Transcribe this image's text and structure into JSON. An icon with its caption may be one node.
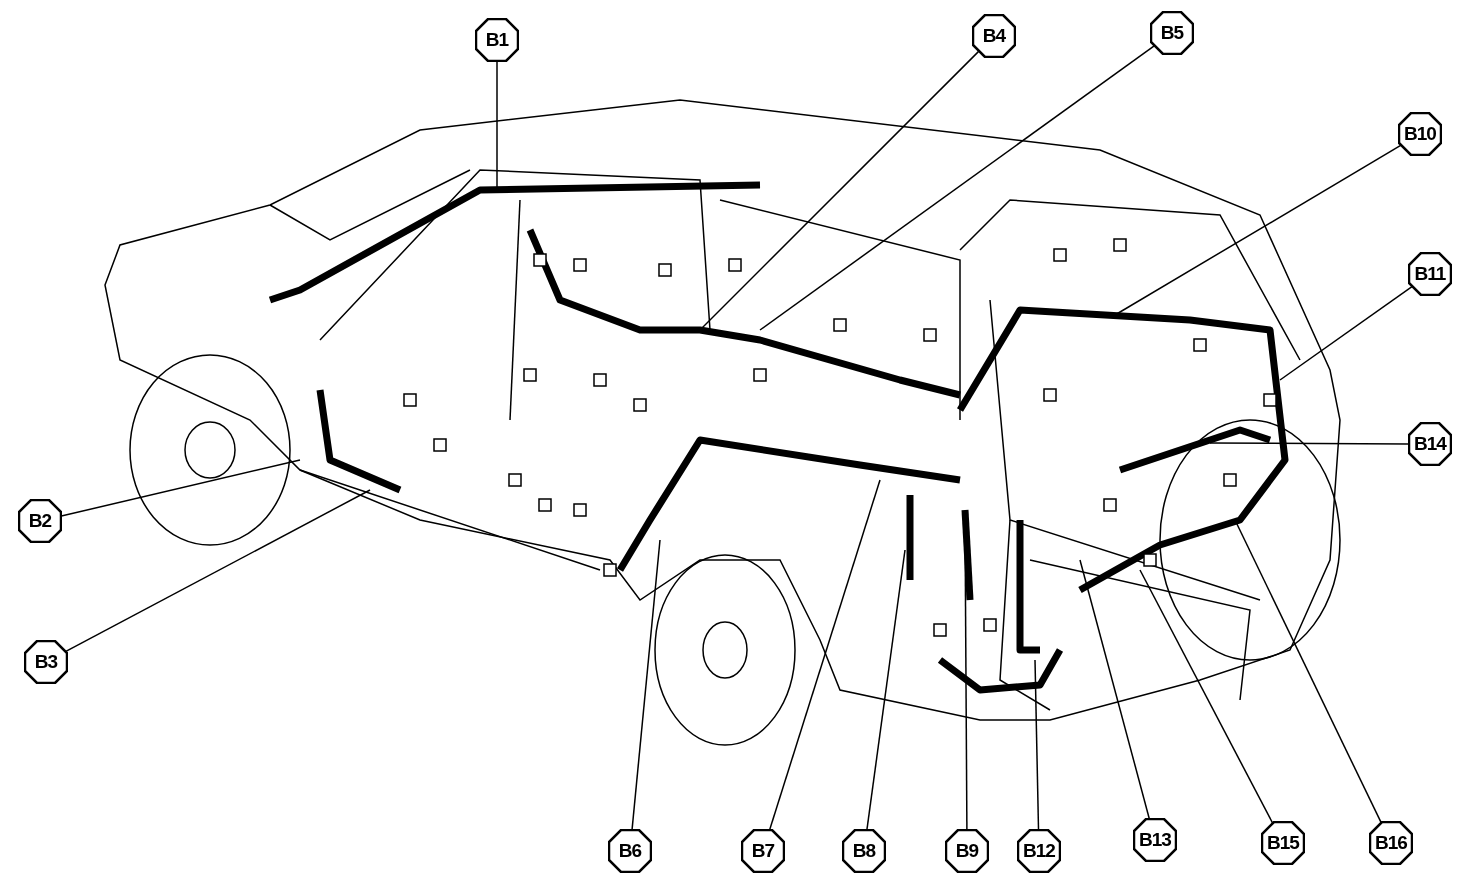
{
  "diagram": {
    "nodes": [
      {
        "text": [
          "B1"
        ]
      },
      {
        "text": [
          "B4"
        ]
      },
      {
        "text": [
          "B5"
        ]
      },
      {
        "text": [
          "B10"
        ]
      },
      {
        "text": [
          "B11"
        ]
      },
      {
        "text": [
          "B14"
        ]
      },
      {
        "text": [
          "B2"
        ]
      },
      {
        "text": [
          "B3"
        ]
      },
      {
        "text": [
          "B6"
        ]
      },
      {
        "text": [
          "B7"
        ]
      },
      {
        "text": [
          "B8"
        ]
      },
      {
        "text": [
          "B9"
        ]
      },
      {
        "text": [
          "B12"
        ]
      },
      {
        "text": [
          "B13"
        ]
      },
      {
        "text": [
          "B15"
        ]
      },
      {
        "text": [
          "B16"
        ]
      }
    ],
    "edges": [
      {
        "from": 0,
        "to": null,
        "arrow": "none"
      },
      {
        "from": 1,
        "to": null,
        "arrow": "none"
      },
      {
        "from": 2,
        "to": null,
        "arrow": "none"
      },
      {
        "from": 3,
        "to": null,
        "arrow": "none"
      },
      {
        "from": 4,
        "to": null,
        "arrow": "none"
      },
      {
        "from": 5,
        "to": null,
        "arrow": "none"
      },
      {
        "from": 6,
        "to": null,
        "arrow": "none"
      },
      {
        "from": 7,
        "to": null,
        "arrow": "none"
      },
      {
        "from": 8,
        "to": null,
        "arrow": "none"
      },
      {
        "from": 9,
        "to": null,
        "arrow": "none"
      },
      {
        "from": 10,
        "to": null,
        "arrow": "none"
      },
      {
        "from": 11,
        "to": null,
        "arrow": "none"
      },
      {
        "from": 12,
        "to": null,
        "arrow": "none"
      },
      {
        "from": 13,
        "to": null,
        "arrow": "none"
      },
      {
        "from": 14,
        "to": null,
        "arrow": "none"
      },
      {
        "from": 15,
        "to": null,
        "arrow": "none"
      }
    ]
  }
}
